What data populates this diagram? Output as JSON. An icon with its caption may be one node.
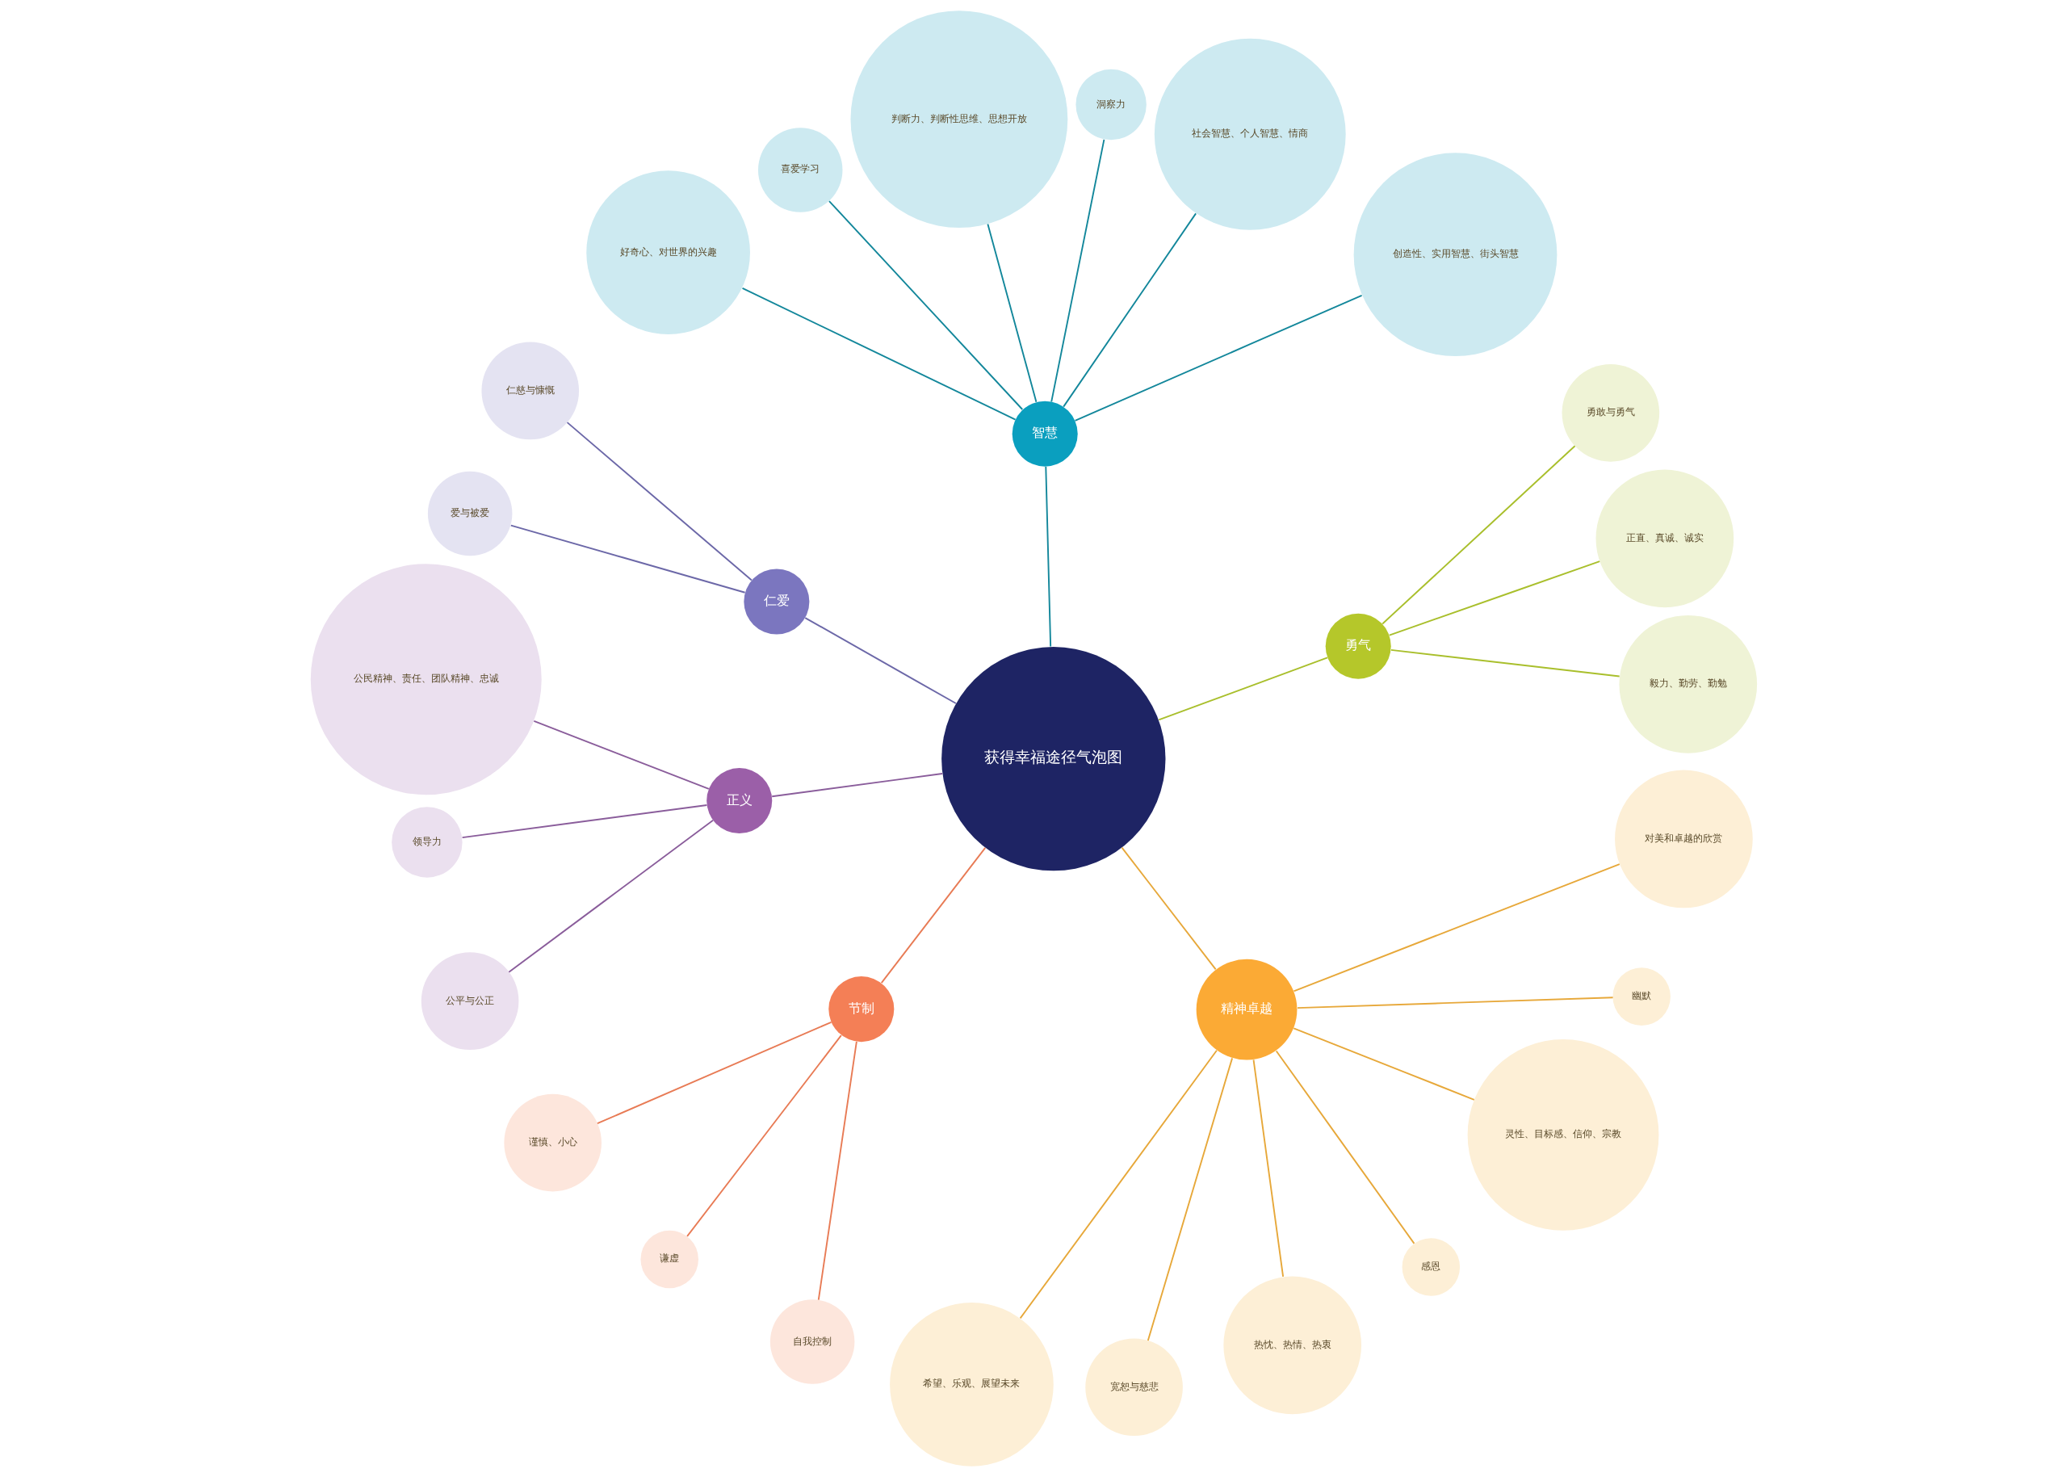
{
  "diagram": {
    "nodes": [
      {
        "text": [
          "获得幸福途径气泡图"
        ]
      },
      {
        "text": [
          "勇气"
        ]
      },
      {
        "text": [
          "毅力、勤劳、勤勉"
        ]
      },
      {
        "text": [
          "正直、真诚、诚实"
        ]
      },
      {
        "text": [
          "勇敢与勇气"
        ]
      },
      {
        "text": [
          "智慧"
        ]
      },
      {
        "text": [
          "创造性、实用智慧、街头智慧"
        ]
      },
      {
        "text": [
          "社会智慧、个人智慧、情商"
        ]
      },
      {
        "text": [
          "洞察力"
        ]
      },
      {
        "text": [
          "判断力、判断性思维、思想开放"
        ]
      },
      {
        "text": [
          "喜爱学习"
        ]
      },
      {
        "text": [
          "好奇心、对世界的兴趣"
        ]
      },
      {
        "text": [
          "仁爱"
        ]
      },
      {
        "text": [
          "仁慈与慷慨"
        ]
      },
      {
        "text": [
          "爱与被爱"
        ]
      },
      {
        "text": [
          "正义"
        ]
      },
      {
        "text": [
          "公民精神、责任、团队精神、忠诚"
        ]
      },
      {
        "text": [
          "领导力"
        ]
      },
      {
        "text": [
          "公平与公正"
        ]
      },
      {
        "text": [
          "节制"
        ]
      },
      {
        "text": [
          "谨慎、小心"
        ]
      },
      {
        "text": [
          "谦虚"
        ]
      },
      {
        "text": [
          "自我控制"
        ]
      },
      {
        "text": [
          "精神卓越"
        ]
      },
      {
        "text": [
          "希望、乐观、展望未来"
        ]
      },
      {
        "text": [
          "宽恕与慈悲"
        ]
      },
      {
        "text": [
          "热忱、热情、热衷"
        ]
      },
      {
        "text": [
          "感恩"
        ]
      },
      {
        "text": [
          "灵性、目标感、信仰、宗教"
        ]
      },
      {
        "text": [
          "幽默"
        ]
      },
      {
        "text": [
          "对美和卓越的欣赏"
        ]
      }
    ],
    "edges": [
      {
        "from": 0,
        "to": 1,
        "arrow": "none",
        "color": "#a9bf2c"
      },
      {
        "from": 1,
        "to": 2,
        "arrow": "none",
        "color": "#a9bf2c"
      },
      {
        "from": 1,
        "to": 3,
        "arrow": "none",
        "color": "#a9bf2c"
      },
      {
        "from": 1,
        "to": 4,
        "arrow": "none",
        "color": "#a9bf2c"
      },
      {
        "from": 0,
        "to": 5,
        "arrow": "none",
        "color": "#13879b"
      },
      {
        "from": 5,
        "to": 6,
        "arrow": "none",
        "color": "#13879b"
      },
      {
        "from": 5,
        "to": 7,
        "arrow": "none",
        "color": "#13879b"
      },
      {
        "from": 5,
        "to": 8,
        "arrow": "none",
        "color": "#13879b"
      },
      {
        "from": 5,
        "to": 9,
        "arrow": "none",
        "color": "#13879b"
      },
      {
        "from": 5,
        "to": 10,
        "arrow": "none",
        "color": "#13879b"
      },
      {
        "from": 5,
        "to": 11,
        "arrow": "none",
        "color": "#13879b"
      },
      {
        "from": 0,
        "to": 12,
        "arrow": "none",
        "color": "#6c68a8"
      },
      {
        "from": 12,
        "to": 13,
        "arrow": "none",
        "color": "#6c68a8"
      },
      {
        "from": 12,
        "to": 14,
        "arrow": "none",
        "color": "#6c68a8"
      },
      {
        "from": 0,
        "to": 15,
        "arrow": "none",
        "color": "#8a5d9b"
      },
      {
        "from": 15,
        "to": 16,
        "arrow": "none",
        "color": "#8a5d9b"
      },
      {
        "from": 15,
        "to": 17,
        "arrow": "none",
        "color": "#8a5d9b"
      },
      {
        "from": 15,
        "to": 18,
        "arrow": "none",
        "color": "#8a5d9b"
      },
      {
        "from": 0,
        "to": 19,
        "arrow": "none",
        "color": "#e87b55"
      },
      {
        "from": 19,
        "to": 20,
        "arrow": "none",
        "color": "#e87b55"
      },
      {
        "from": 19,
        "to": 21,
        "arrow": "none",
        "color": "#e87b55"
      },
      {
        "from": 19,
        "to": 22,
        "arrow": "none",
        "color": "#e87b55"
      },
      {
        "from": 0,
        "to": 23,
        "arrow": "none",
        "color": "#e7a83a"
      },
      {
        "from": 23,
        "to": 24,
        "arrow": "none",
        "color": "#e7a83a"
      },
      {
        "from": 23,
        "to": 25,
        "arrow": "none",
        "color": "#e7a83a"
      },
      {
        "from": 23,
        "to": 26,
        "arrow": "none",
        "color": "#e7a83a"
      },
      {
        "from": 23,
        "to": 27,
        "arrow": "none",
        "color": "#e7a83a"
      },
      {
        "from": 23,
        "to": 28,
        "arrow": "none",
        "color": "#e7a83a"
      },
      {
        "from": 23,
        "to": 29,
        "arrow": "none",
        "color": "#e7a83a"
      },
      {
        "from": 23,
        "to": 30,
        "arrow": "none",
        "color": "#e7a83a"
      }
    ]
  }
}
